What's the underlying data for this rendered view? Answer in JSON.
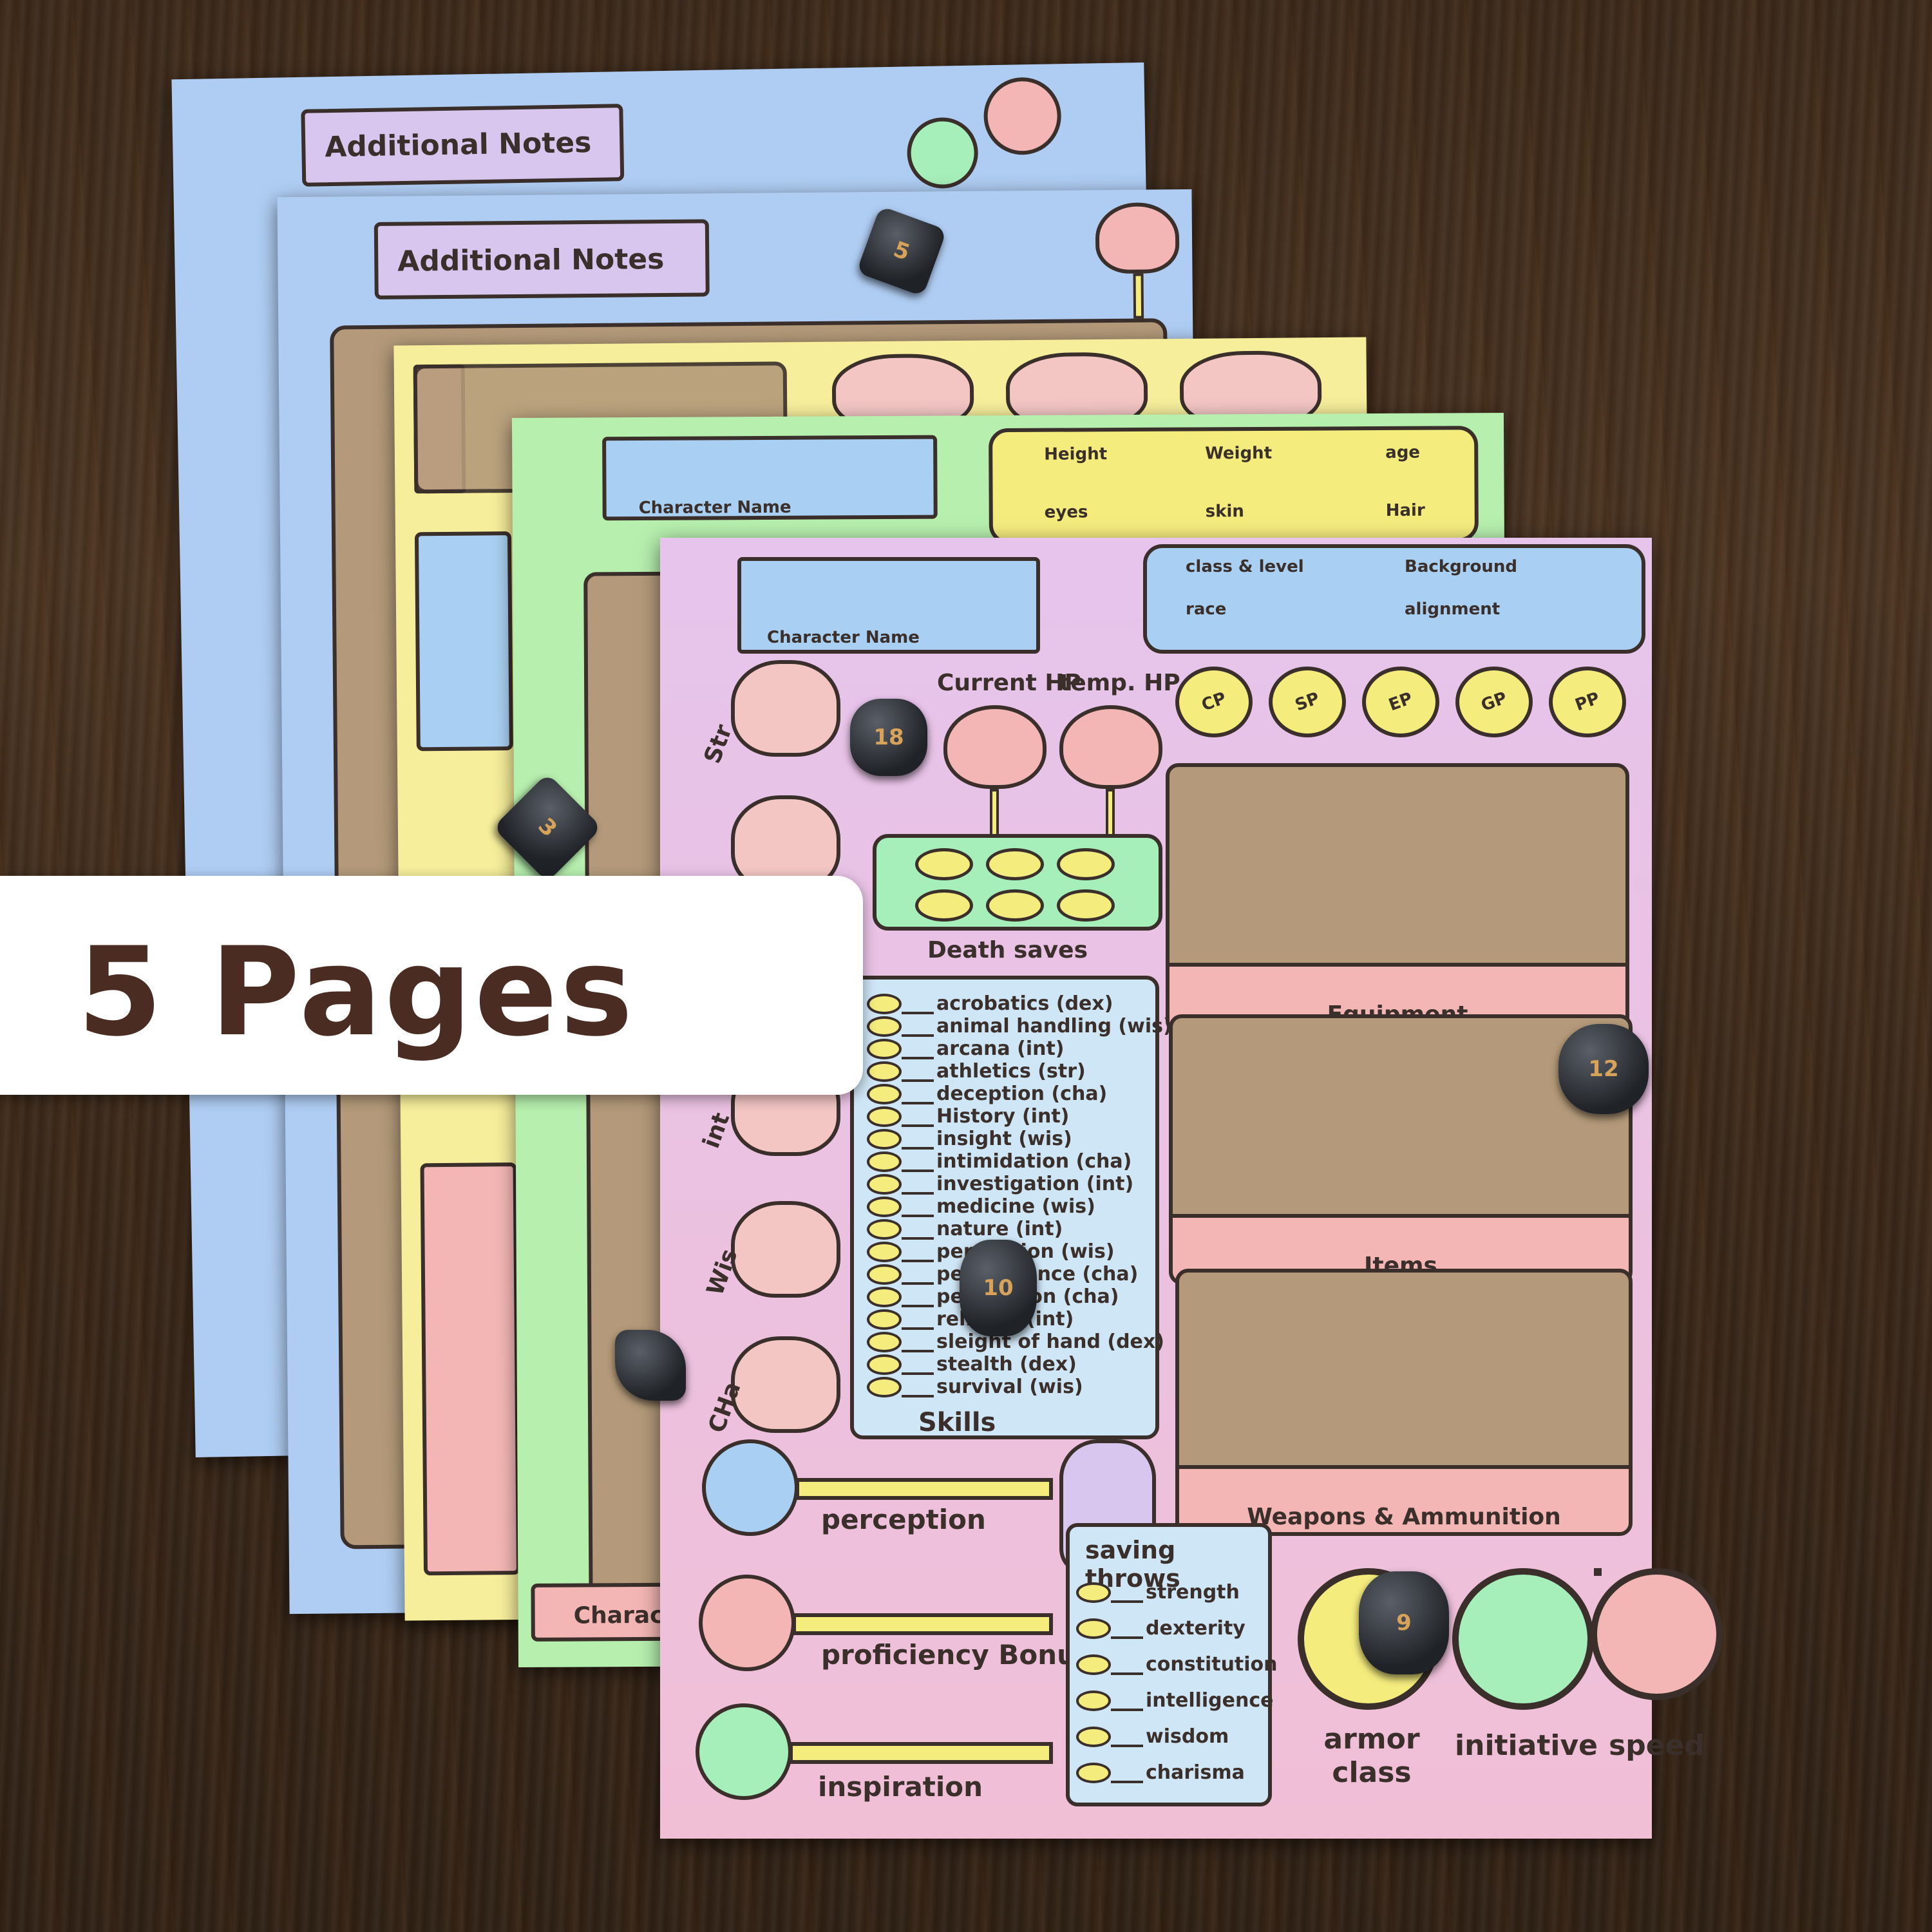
{
  "banner": {
    "text": "5 Pages"
  },
  "page_blue_back": {
    "title": "Additional Notes"
  },
  "page_blue_front": {
    "title": "Additional Notes"
  },
  "page_green": {
    "name_label": "Character Name",
    "fields": [
      "Height",
      "Weight",
      "age",
      "eyes",
      "skin",
      "Hair"
    ],
    "footer": "Characte"
  },
  "page_pink": {
    "name_label": "Character Name",
    "fields": [
      "class & level",
      "Background",
      "race",
      "alignment"
    ],
    "hp_labels": [
      "Current HP",
      "temp. HP"
    ],
    "coins": [
      "CP",
      "SP",
      "EP",
      "GP",
      "PP"
    ],
    "abilities": [
      "Str",
      "int",
      "Wis",
      "CHa"
    ],
    "death_saves": "Death saves",
    "skills_title": "Skills",
    "skills": [
      "acrobatics (dex)",
      "animal handling (wis)",
      "arcana (int)",
      "athletics (str)",
      "deception (cha)",
      "History (int)",
      "insight (wis)",
      "intimidation (cha)",
      "investigation (int)",
      "medicine (wis)",
      "nature (int)",
      "perception (wis)",
      "performance (cha)",
      "persuasion (cha)",
      "religion (int)",
      "sleight of hand (dex)",
      "stealth (dex)",
      "survival (wis)"
    ],
    "lollipops": [
      "perception",
      "proficiency Bonus",
      "inspiration"
    ],
    "saving_title": "saving throws",
    "saving": [
      "strength",
      "dexterity",
      "constitution",
      "intelligence",
      "wisdom",
      "charisma"
    ],
    "boxes": [
      "Equipment",
      "Items",
      "Weapons & Ammunition"
    ],
    "stats": [
      "armor class",
      "initiative",
      "speed"
    ]
  },
  "dice": [
    "5",
    "18",
    "3",
    "12",
    "10",
    "9"
  ]
}
